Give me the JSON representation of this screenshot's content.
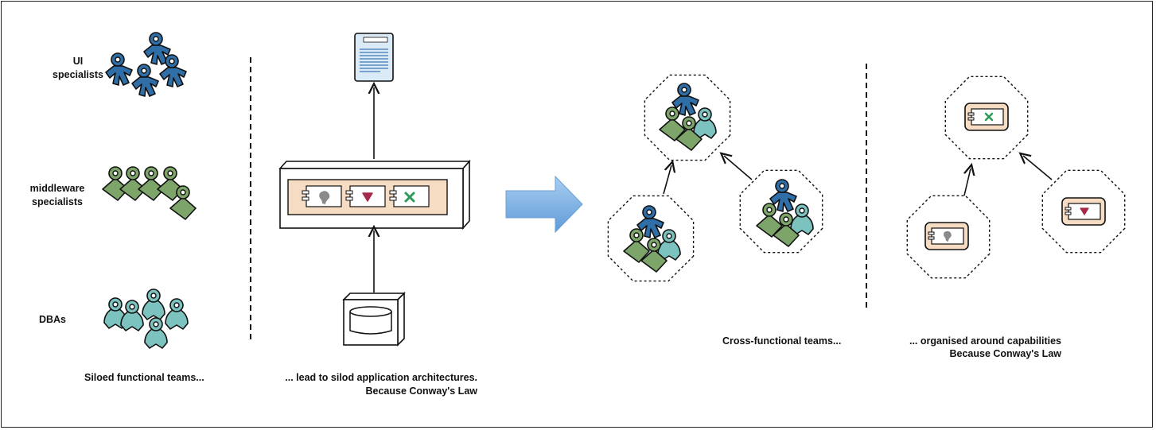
{
  "left_panel": {
    "ui_label": "UI\nspecialists",
    "middleware_label": "middleware\nspecialists",
    "dba_label": "DBAs",
    "caption": "Siloed functional teams..."
  },
  "middle_panel": {
    "caption_line1": "... lead to silod application architectures.",
    "caption_line2": "Because Conway's Law"
  },
  "right_panel": {
    "teams_caption": "Cross-functional teams...",
    "caps_caption_line1": "... organised around capabilities",
    "caps_caption_line2": "Because Conway's Law"
  },
  "colors": {
    "ui": "#2f6ea6",
    "middleware": "#7da56a",
    "dba": "#7cc3c0",
    "component_bg": "#f6dcc3",
    "arrow_fill": "#79aee0"
  }
}
